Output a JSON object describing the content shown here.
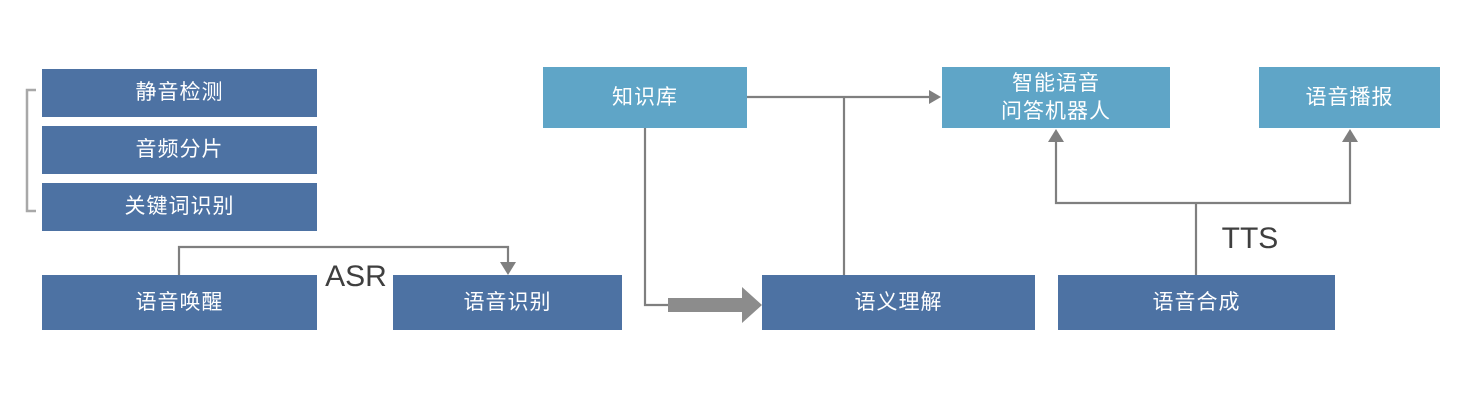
{
  "diagram": {
    "nodes": {
      "silence_detection": "静音检测",
      "audio_slicing": "音频分片",
      "keyword_recognition": "关键词识别",
      "voice_wakeup": "语音唤醒",
      "speech_recognition": "语音识别",
      "knowledge_base": "知识库",
      "qa_robot": "智能语音\n问答机器人",
      "voice_broadcast": "语音播报",
      "semantic_understanding": "语义理解",
      "speech_synthesis": "语音合成"
    },
    "edge_labels": {
      "asr": "ASR",
      "tts": "TTS"
    },
    "colors": {
      "dark_box": "#4d72a3",
      "light_box": "#5fa5c7",
      "connector_line": "#7f7f7f",
      "thick_arrow": "#8c8c8c",
      "bracket": "#a8a8a8",
      "edge_label_text": "#3f3f3f",
      "box_text": "#ffffff",
      "background": "#ffffff"
    }
  }
}
